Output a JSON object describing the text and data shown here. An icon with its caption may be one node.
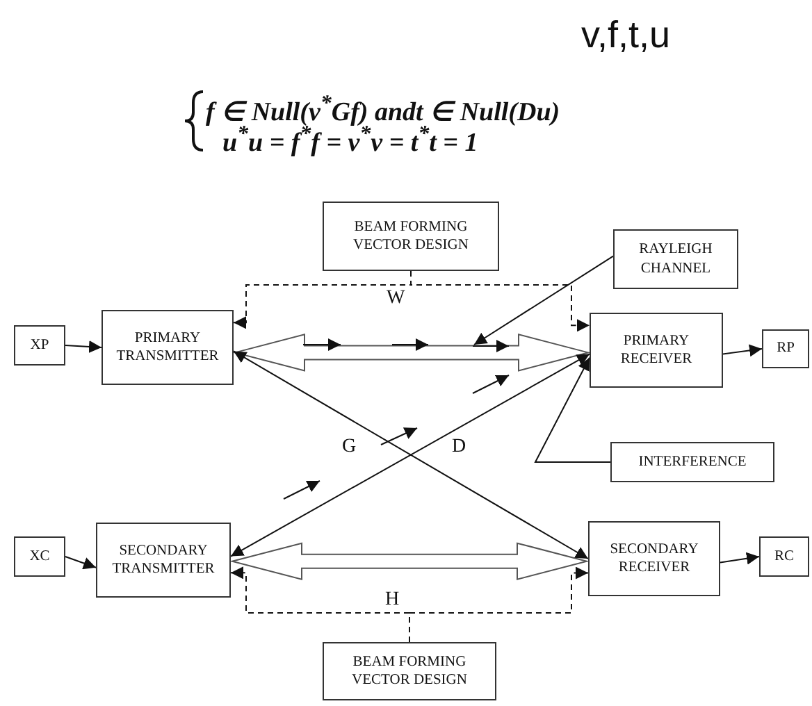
{
  "diagram": {
    "nodes": [
      {
        "text": [
          "BEAM FORMING VECTOR DESIGN"
        ]
      },
      {
        "text": [
          "RAYLEIGH CHANNEL"
        ]
      },
      {
        "text": [
          "XP"
        ]
      },
      {
        "text": [
          "PRIMARY TRANSMITTER"
        ]
      },
      {
        "text": [
          "PRIMARY RECEIVER"
        ]
      },
      {
        "text": [
          "RP"
        ]
      },
      {
        "text": [
          "INTERFERENCE"
        ]
      },
      {
        "text": [
          "XC"
        ]
      },
      {
        "text": [
          "SECONDARY TRANSMITTER"
        ]
      },
      {
        "text": [
          "SECONDARY RECEIVER"
        ]
      },
      {
        "text": [
          "RC"
        ]
      },
      {
        "text": [
          "BEAM FORMING VECTOR DESIGN"
        ]
      }
    ],
    "edges": [
      {
        "from": 2,
        "to": 3,
        "arrow": "to"
      },
      {
        "from": 4,
        "to": 5,
        "arrow": "to"
      },
      {
        "from": 7,
        "to": 8,
        "arrow": "to"
      },
      {
        "from": 9,
        "to": 10,
        "arrow": "to"
      },
      {
        "from": 0,
        "to": 3,
        "arrow": "to",
        "style": "dashed"
      },
      {
        "from": 0,
        "to": 4,
        "arrow": "to",
        "style": "dashed"
      },
      {
        "from": 3,
        "to": 4,
        "arrow": "both",
        "style": "thick"
      },
      {
        "from": 8,
        "to": 9,
        "arrow": "both",
        "style": "thick"
      },
      {
        "from": 3,
        "to": 9,
        "arrow": "both"
      },
      {
        "from": 8,
        "to": 4,
        "arrow": "both"
      },
      {
        "from": 6,
        "to": 4,
        "arrow": "to"
      },
      {
        "from": 1,
        "to": null,
        "arrow": "to"
      },
      {
        "from": 11,
        "to": 8,
        "arrow": "to",
        "style": "dashed"
      },
      {
        "from": 11,
        "to": 9,
        "arrow": "to",
        "style": "dashed"
      }
    ],
    "labels": [
      "v,f,t,u",
      "f ∈ Null(v$^{*}$Gf) andt ∈ Null(Du)",
      "u$^{*}$u = f$^{*}$f = v$^{*}$v = t$^{*}$t = 1",
      "W",
      "G",
      "D",
      "H"
    ]
  }
}
